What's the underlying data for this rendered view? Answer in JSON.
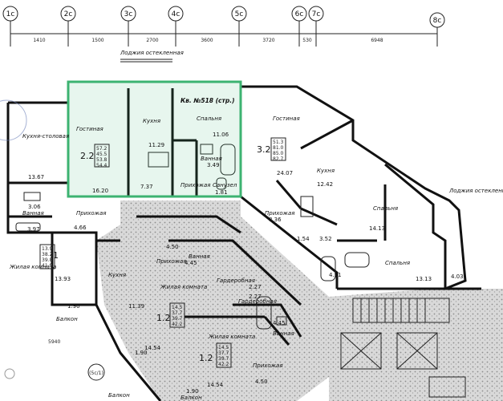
{
  "axes": [
    "1с",
    "2с",
    "3с",
    "4с",
    "5с",
    "6с",
    "7с",
    "8с"
  ],
  "dims": [
    "1410",
    "1500",
    "2700",
    "3600",
    "3720",
    "530",
    "6948"
  ],
  "unit_selected": {
    "title": "Кв. №518 (стр.)",
    "number": "2.2",
    "highlight": "#3cb371",
    "rooms": [
      {
        "label": "Гостиная",
        "area": "16.20"
      },
      {
        "label": "Кухня",
        "area": "11.29"
      },
      {
        "label": "Спальня",
        "area": "11.06"
      },
      {
        "label": "Прихожая",
        "area": "7.37"
      },
      {
        "label": "Ванная",
        "area": "3.49"
      },
      {
        "label": "Санузел",
        "area": "1.81"
      }
    ],
    "summary": [
      "57.2",
      "45.5",
      "53.8",
      "54.4"
    ]
  },
  "unit_32": {
    "number": "3.2",
    "rooms": [
      {
        "label": "Гостиная",
        "area": "24.07"
      },
      {
        "label": "Кухня",
        "area": "12.42"
      },
      {
        "label": "Спальня",
        "area": "14.13"
      },
      {
        "label": "Спальня",
        "area": "13.13"
      },
      {
        "label": "Прихожая",
        "area": "8.36"
      }
    ],
    "summary": [
      "51.3",
      "81.0",
      "85.0",
      "82.7"
    ],
    "misc": [
      "1.54",
      "3.52",
      "4.51",
      "4.03"
    ]
  },
  "unit_left": {
    "number": "1",
    "rooms": [
      {
        "label": "Кухня-столовая",
        "area": "13.67"
      },
      {
        "label": "Ванная",
        "area": "3.06"
      },
      {
        "label": "Жилая комната",
        "area": "13.93"
      },
      {
        "label": "Прихожая",
        "area": "4.66"
      },
      {
        "label": "Балкон",
        "area": "1.90"
      }
    ],
    "misc": [
      "3.97"
    ],
    "summary": [
      "13.9",
      "38.2",
      "39.8",
      "41.9"
    ]
  },
  "unit_12a": {
    "number": "1.2",
    "rooms": [
      {
        "label": "Жилая комната",
        "area": "11.39"
      },
      {
        "label": "Кухня",
        "area": "14.54"
      },
      {
        "label": "Ванная",
        "area": "4.45"
      },
      {
        "label": "Гардеробная",
        "area": "2.27"
      },
      {
        "label": "Прихожая",
        "area": "4.50"
      },
      {
        "label": "Балкон",
        "area": "1.90"
      }
    ],
    "summary": [
      "14.5",
      "37.7",
      "39.7",
      "42.2"
    ]
  },
  "unit_12b": {
    "number": "1.2",
    "rooms": [
      {
        "label": "Жилая комната",
        "area": "14.54"
      },
      {
        "label": "Гардеробная",
        "area": "2.27"
      },
      {
        "label": "Ванная",
        "area": "4.45"
      },
      {
        "label": "Прихожая",
        "area": "4.50"
      },
      {
        "label": "Балкон",
        "area": "1.90"
      }
    ],
    "summary": [
      "14.5",
      "37.7",
      "39.7",
      "42.2"
    ]
  },
  "notes": {
    "loggia_top": "Лоджия остекленная",
    "loggia_right": "Лоджия остекленная",
    "axis_bottom": "(5с/1)",
    "dim_left": "5940"
  }
}
